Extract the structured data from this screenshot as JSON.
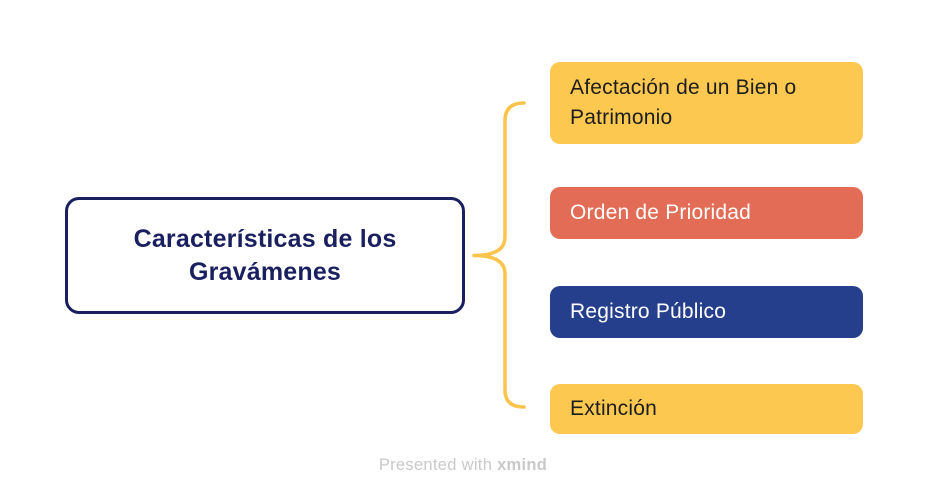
{
  "canvas": {
    "background": "#ffffff"
  },
  "root": {
    "label": "Características de los Gravámenes",
    "text_color": "#1a1f5f",
    "border_color": "#1a1f5f",
    "background": "#ffffff"
  },
  "branches": [
    {
      "label": "Afectación de un Bien o Patrimonio",
      "background": "#fdc84f",
      "text_color": "#1d1d1f"
    },
    {
      "label": "Orden de Prioridad",
      "background": "#e26c56",
      "text_color": "#ffffff"
    },
    {
      "label": "Registro Público",
      "background": "#263f8c",
      "text_color": "#ffffff"
    },
    {
      "label": "Extinción",
      "background": "#fdc84f",
      "text_color": "#1d1d1f"
    }
  ],
  "connector": {
    "type": "curly-brace",
    "color": "#fbc44c"
  },
  "footer": {
    "prefix": "Presented with ",
    "brand": "xmind",
    "color": "#c9c9c9"
  }
}
